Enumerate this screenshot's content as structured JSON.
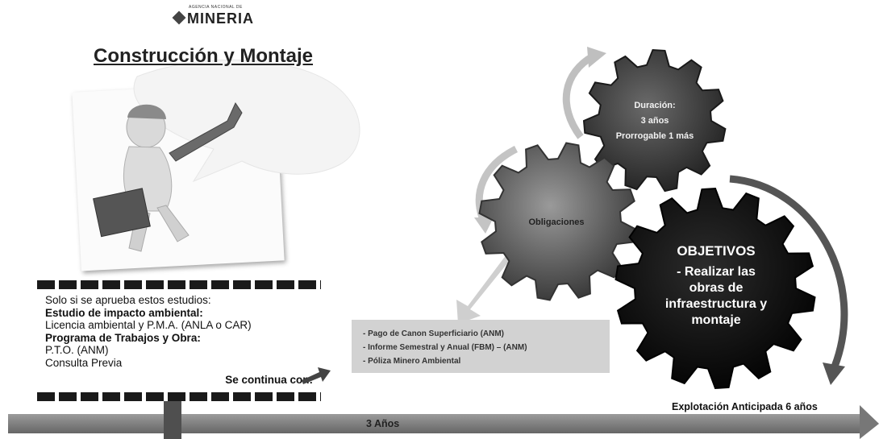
{
  "logo": {
    "agency_small": "AGENCIA NACIONAL DE",
    "name": "MINERIA"
  },
  "title": "Construcción y Montaje",
  "requirements": {
    "intro": "Solo si se aprueba estos estudios:",
    "heading1": "Estudio de impacto ambiental:",
    "item1": "Licencia ambiental y P.M.A. (ANLA o CAR)",
    "heading2": "Programa de Trabajos y Obra:",
    "item2": "P.T.O. (ANM)",
    "item3": "Consulta Previa",
    "continue": "Se continua con:"
  },
  "obligations": [
    "-   Pago de Canon Superficiario (ANM)",
    "-   Informe Semestral y Anual (FBM) – (ANM)",
    "-   Póliza Minero Ambiental"
  ],
  "gears": {
    "duration": {
      "title": "Duración:",
      "line1": "3 años",
      "line2": "Prorrogable 1 más"
    },
    "obligations_label": "Obligaciones",
    "objectives": {
      "title": "OBJETIVOS",
      "line1": "- Realizar las",
      "line2": "obras de",
      "line3": "infraestructura y",
      "line4": "montaje"
    }
  },
  "timeline": {
    "span_label": "3 Años",
    "next_label": "Explotación Anticipada 6 años"
  },
  "colors": {
    "gear_dark": "#2e2e2e",
    "gear_gray": "#5a5a5a",
    "gear_black": "#0c0c0c",
    "timeline": "#7f7f7f",
    "box": "#d2d2d2"
  }
}
